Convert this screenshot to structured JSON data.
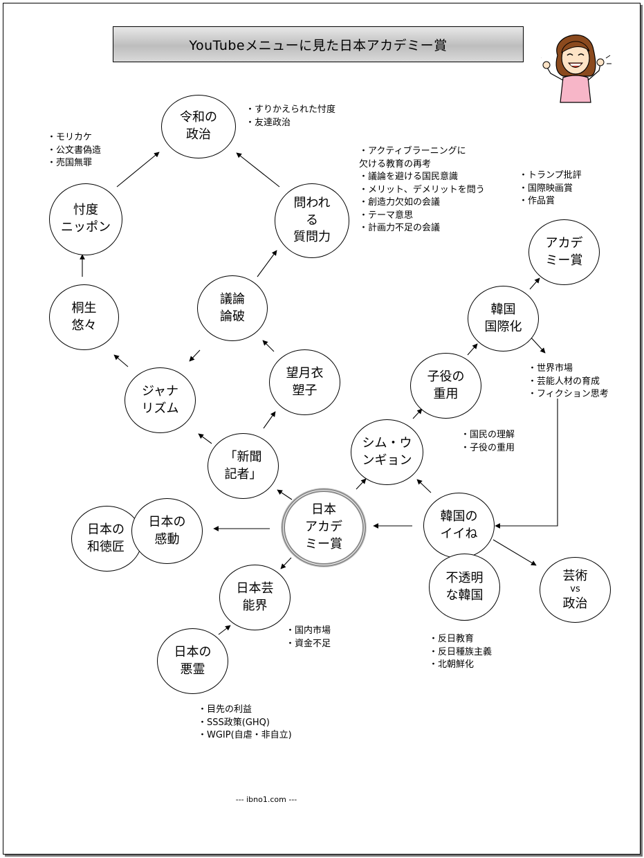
{
  "title": "YouTubeメニューに見た日本アカデミー賞",
  "footer": "--- ibno1.com ---",
  "nodes": {
    "reiwa": "令和の\n政治",
    "sontaku": "忖度\nニッポン",
    "kiryu": "桐生\n悠々",
    "journalism": "ジャナ\nリズム",
    "giron": "議論\n論破",
    "towareru": "問われ\nる\n質問力",
    "mochizuki": "望月衣\n塑子",
    "shinbun": "「新聞\n記者」",
    "center": "日本\nアカデ\nミー賞",
    "watokusho": "日本の\n和徳匠",
    "kando": "日本の\n感動",
    "geinokai": "日本芸\n能界",
    "akuryo": "日本の\n悪霊",
    "shim": "シム・ウ\nンギョン",
    "koyaku": "子役の\n重用",
    "kankoku_kokusai": "韓国\n国際化",
    "academy": "アカデ\nミー賞",
    "iine": "韓国の\nイイね",
    "futomei": "不透明\nな韓国",
    "geijutsu_top": "芸術",
    "geijutsu_vs": "vs",
    "geijutsu_bottom": "政治"
  },
  "notes": {
    "reiwa": [
      "・すりかえられた忖度",
      "・友達政治"
    ],
    "sontaku": [
      "・モリカケ",
      "・公文書偽造",
      "・売国無罪"
    ],
    "towareru": [
      "・アクティブラーニングに",
      "欠ける教育の再考",
      "・議論を避ける国民意識",
      "・メリット、デメリットを問う",
      "・創造力欠如の会議",
      "・テーマ意思",
      "・計画力不足の会議"
    ],
    "academy": [
      "・トランプ批評",
      "・国際映画賞",
      "・作品賞"
    ],
    "kokusai": [
      "・世界市場",
      "・芸能人材の育成",
      "・フィクション思考"
    ],
    "shim": [
      "・国民の理解",
      "・子役の重用"
    ],
    "geinokai": [
      "・国内市場",
      "・資金不足"
    ],
    "futomei": [
      "・反日教育",
      "・反日種族主義",
      "・北朝鮮化"
    ],
    "akuryo": [
      "・目先の利益",
      "・SSS政策(GHQ)",
      "・WGIP(自虐・非自立)"
    ]
  },
  "icons": {
    "mascot": "smiling-woman-illustration",
    "arrow": "arrow-head"
  }
}
